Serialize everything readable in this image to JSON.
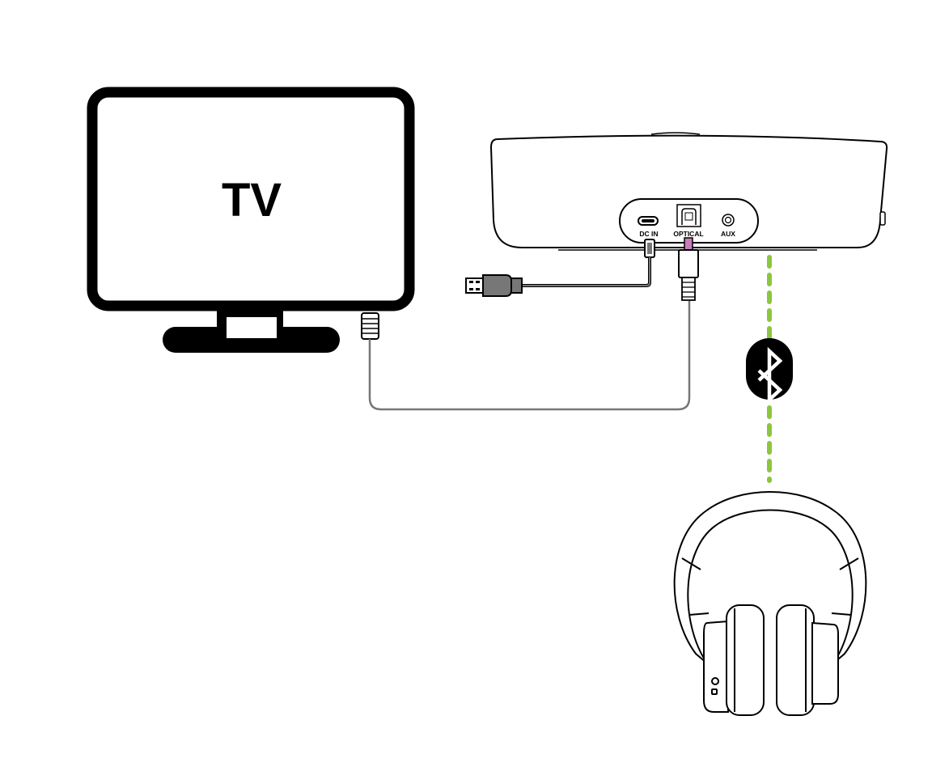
{
  "tv": {
    "label": "TV"
  },
  "transmitter": {
    "ports": [
      {
        "id": "dc-in",
        "label": "DC IN"
      },
      {
        "id": "optical",
        "label": "OPTICAL"
      },
      {
        "id": "aux",
        "label": "AUX"
      }
    ]
  },
  "icons": {
    "bluetooth": "bluetooth-icon",
    "usb_plug": "usb-plug-icon",
    "headphones": "headphones-icon"
  },
  "colors": {
    "outline": "#000000",
    "cable": "#777777",
    "bluetooth_link": "#8cc63f",
    "optical_connector": "#c87dbb"
  }
}
